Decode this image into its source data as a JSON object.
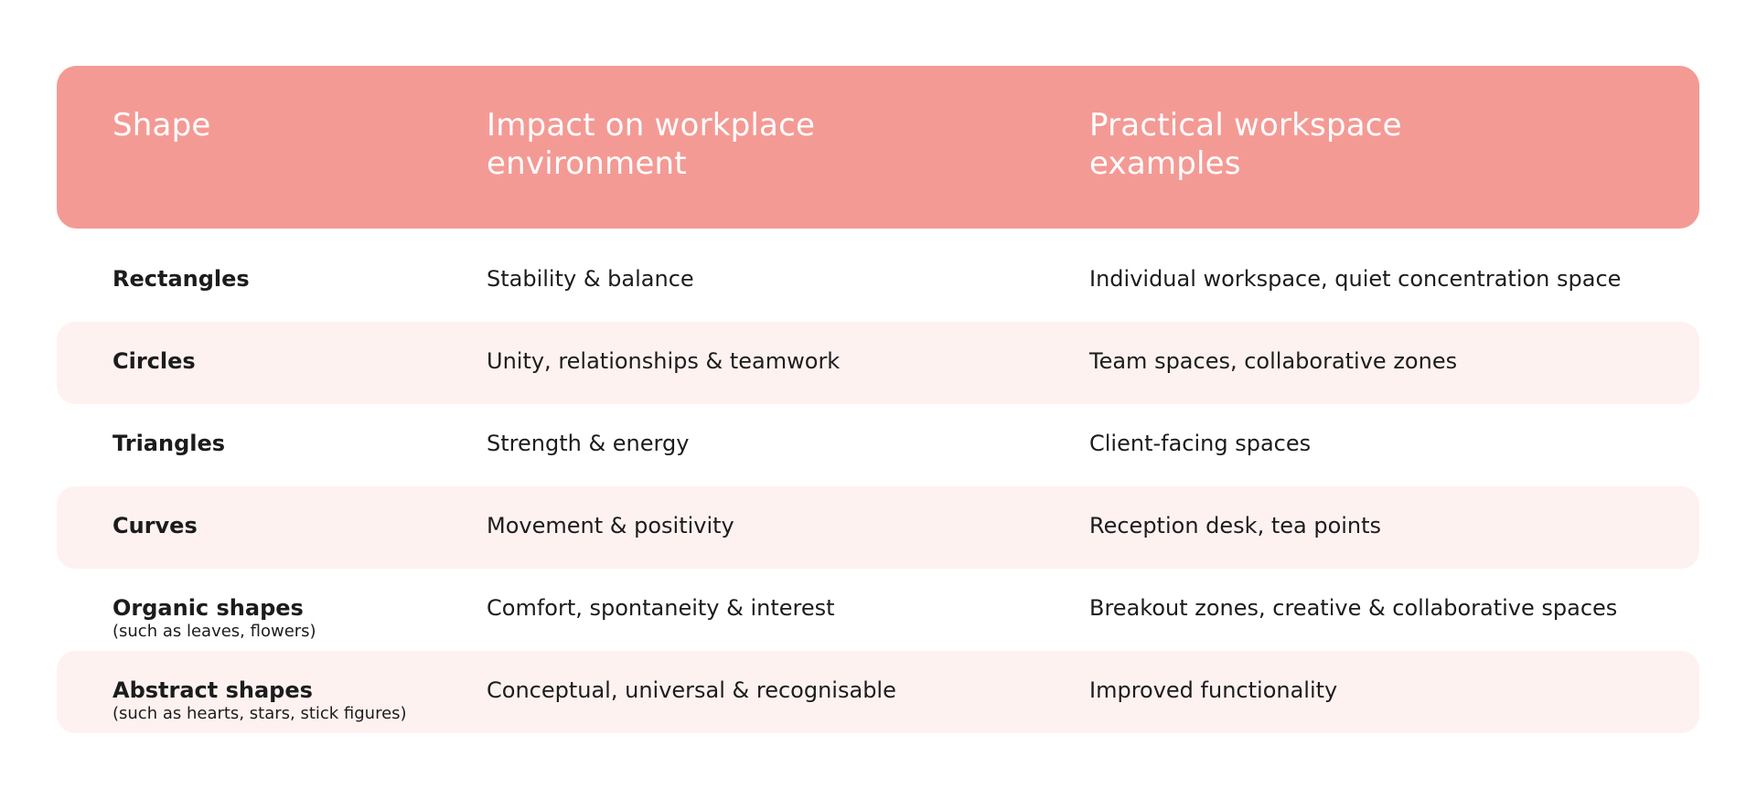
{
  "header": {
    "shape": "Shape",
    "impact": "Impact on workplace environment",
    "examples": "Practical workspace examples"
  },
  "rows": [
    {
      "shape": "Rectangles",
      "note": "",
      "impact": "Stability & balance",
      "examples": "Individual workspace, quiet concentration space"
    },
    {
      "shape": "Circles",
      "note": "",
      "impact": "Unity, relationships & teamwork",
      "examples": "Team spaces, collaborative zones"
    },
    {
      "shape": "Triangles",
      "note": "",
      "impact": "Strength & energy",
      "examples": "Client-facing spaces"
    },
    {
      "shape": "Curves",
      "note": "",
      "impact": "Movement & positivity",
      "examples": "Reception desk, tea points"
    },
    {
      "shape": "Organic shapes",
      "note": "(such as leaves, flowers)",
      "impact": "Comfort, spontaneity & interest",
      "examples": "Breakout zones, creative & collaborative spaces"
    },
    {
      "shape": "Abstract shapes",
      "note": "(such as hearts, stars, stick figures)",
      "impact": "Conceptual, universal & recognisable",
      "examples": "Improved functionality"
    }
  ],
  "colors": {
    "header_bg": "#f49a95",
    "row_shade": "#fef2f1"
  }
}
